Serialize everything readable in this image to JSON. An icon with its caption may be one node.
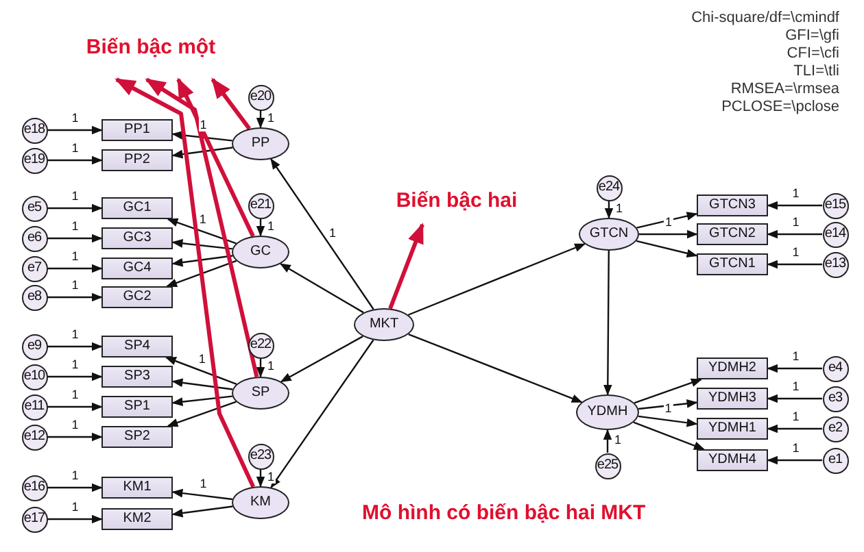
{
  "diagram": {
    "caption": "Mô hình có biến bậc hai MKT",
    "nodes": [
      {
        "text": [
          "Biến bậc một"
        ]
      },
      {
        "text": [
          "e20"
        ]
      },
      {
        "text": [
          "PP"
        ]
      },
      {
        "text": [
          "e18"
        ]
      },
      {
        "text": [
          "PP1"
        ]
      },
      {
        "text": [
          "e19"
        ]
      },
      {
        "text": [
          "PP2"
        ]
      },
      {
        "text": [
          "e5"
        ]
      },
      {
        "text": [
          "GC1"
        ]
      },
      {
        "text": [
          "e6"
        ]
      },
      {
        "text": [
          "GC3"
        ]
      },
      {
        "text": [
          "e7"
        ]
      },
      {
        "text": [
          "GC4"
        ]
      },
      {
        "text": [
          "e8"
        ]
      },
      {
        "text": [
          "GC2"
        ]
      },
      {
        "text": [
          "e21"
        ]
      },
      {
        "text": [
          "GC"
        ]
      },
      {
        "text": [
          "Biến bậc hai"
        ]
      },
      {
        "text": [
          "e24"
        ]
      },
      {
        "text": [
          "GTCN"
        ]
      },
      {
        "text": [
          "GTCN3"
        ]
      },
      {
        "text": [
          "e15"
        ]
      },
      {
        "text": [
          "GTCN2"
        ]
      },
      {
        "text": [
          "e14"
        ]
      },
      {
        "text": [
          "GTCN1"
        ]
      },
      {
        "text": [
          "e13"
        ]
      },
      {
        "text": [
          "MKT"
        ]
      },
      {
        "text": [
          "e9"
        ]
      },
      {
        "text": [
          "SP4"
        ]
      },
      {
        "text": [
          "e10"
        ]
      },
      {
        "text": [
          "SP3"
        ]
      },
      {
        "text": [
          "e11"
        ]
      },
      {
        "text": [
          "SP1"
        ]
      },
      {
        "text": [
          "e12"
        ]
      },
      {
        "text": [
          "SP2"
        ]
      },
      {
        "text": [
          "e22"
        ]
      },
      {
        "text": [
          "SP"
        ]
      },
      {
        "text": [
          "YDMH2"
        ]
      },
      {
        "text": [
          "e4"
        ]
      },
      {
        "text": [
          "YDMH3"
        ]
      },
      {
        "text": [
          "e3"
        ]
      },
      {
        "text": [
          "YDMH1"
        ]
      },
      {
        "text": [
          "e2"
        ]
      },
      {
        "text": [
          "YDMH4"
        ]
      },
      {
        "text": [
          "e1"
        ]
      },
      {
        "text": [
          "YDMH"
        ]
      },
      {
        "text": [
          "e25"
        ]
      },
      {
        "text": [
          "e23"
        ]
      },
      {
        "text": [
          "KM"
        ]
      },
      {
        "text": [
          "e16"
        ]
      },
      {
        "text": [
          "KM1"
        ]
      },
      {
        "text": [
          "e17"
        ]
      },
      {
        "text": [
          "KM2"
        ]
      }
    ],
    "edges": [
      {
        "from": 3,
        "to": 4,
        "arrow": "to",
        "label": "1"
      },
      {
        "from": 5,
        "to": 6,
        "arrow": "to",
        "label": "1"
      },
      {
        "from": 7,
        "to": 8,
        "arrow": "to",
        "label": "1"
      },
      {
        "from": 9,
        "to": 10,
        "arrow": "to",
        "label": "1"
      },
      {
        "from": 11,
        "to": 12,
        "arrow": "to",
        "label": "1"
      },
      {
        "from": 13,
        "to": 14,
        "arrow": "to",
        "label": "1"
      },
      {
        "from": 27,
        "to": 28,
        "arrow": "to",
        "label": "1"
      },
      {
        "from": 29,
        "to": 30,
        "arrow": "to",
        "label": "1"
      },
      {
        "from": 31,
        "to": 32,
        "arrow": "to",
        "label": "1"
      },
      {
        "from": 33,
        "to": 34,
        "arrow": "to",
        "label": "1"
      },
      {
        "from": 49,
        "to": 50,
        "arrow": "to",
        "label": "1"
      },
      {
        "from": 51,
        "to": 52,
        "arrow": "to",
        "label": "1"
      },
      {
        "from": 21,
        "to": 20,
        "arrow": "to",
        "label": "1"
      },
      {
        "from": 23,
        "to": 22,
        "arrow": "to",
        "label": "1"
      },
      {
        "from": 25,
        "to": 24,
        "arrow": "to",
        "label": "1"
      },
      {
        "from": 38,
        "to": 37,
        "arrow": "to",
        "label": "1"
      },
      {
        "from": 40,
        "to": 39,
        "arrow": "to",
        "label": "1"
      },
      {
        "from": 42,
        "to": 41,
        "arrow": "to",
        "label": "1"
      },
      {
        "from": 44,
        "to": 43,
        "arrow": "to",
        "label": "1"
      },
      {
        "from": 1,
        "to": 2,
        "arrow": "to",
        "label": "1"
      },
      {
        "from": 15,
        "to": 16,
        "arrow": "to",
        "label": "1"
      },
      {
        "from": 35,
        "to": 36,
        "arrow": "to",
        "label": "1"
      },
      {
        "from": 47,
        "to": 48,
        "arrow": "to",
        "label": "1"
      },
      {
        "from": 18,
        "to": 19,
        "arrow": "to",
        "label": "1"
      },
      {
        "from": 46,
        "to": 45,
        "arrow": "to",
        "label": "1"
      },
      {
        "from": 2,
        "to": 4,
        "arrow": "to",
        "label": "1"
      },
      {
        "from": 2,
        "to": 6,
        "arrow": "to"
      },
      {
        "from": 16,
        "to": 8,
        "arrow": "to",
        "label": "1"
      },
      {
        "from": 16,
        "to": 10,
        "arrow": "to"
      },
      {
        "from": 16,
        "to": 12,
        "arrow": "to"
      },
      {
        "from": 16,
        "to": 14,
        "arrow": "to"
      },
      {
        "from": 36,
        "to": 28,
        "arrow": "to",
        "label": "1"
      },
      {
        "from": 36,
        "to": 30,
        "arrow": "to"
      },
      {
        "from": 36,
        "to": 32,
        "arrow": "to"
      },
      {
        "from": 36,
        "to": 34,
        "arrow": "to"
      },
      {
        "from": 48,
        "to": 50,
        "arrow": "to",
        "label": "1"
      },
      {
        "from": 48,
        "to": 52,
        "arrow": "to"
      },
      {
        "from": 19,
        "to": 20,
        "arrow": "to"
      },
      {
        "from": 19,
        "to": 22,
        "arrow": "to",
        "label": "1"
      },
      {
        "from": 19,
        "to": 24,
        "arrow": "to"
      },
      {
        "from": 45,
        "to": 37,
        "arrow": "to"
      },
      {
        "from": 45,
        "to": 39,
        "arrow": "to"
      },
      {
        "from": 45,
        "to": 41,
        "arrow": "to",
        "label": "1"
      },
      {
        "from": 45,
        "to": 43,
        "arrow": "to"
      },
      {
        "from": 26,
        "to": 2,
        "arrow": "to",
        "label": "1"
      },
      {
        "from": 26,
        "to": 16,
        "arrow": "to"
      },
      {
        "from": 26,
        "to": 36,
        "arrow": "to"
      },
      {
        "from": 26,
        "to": 48,
        "arrow": "to"
      },
      {
        "from": 26,
        "to": 19,
        "arrow": "to"
      },
      {
        "from": 26,
        "to": 45,
        "arrow": "to"
      },
      {
        "from": 19,
        "to": 45,
        "arrow": "to"
      },
      {
        "from": 2,
        "to": 0,
        "arrow": "to",
        "style": "thick",
        "color": "#d0103a"
      },
      {
        "from": 16,
        "to": 0,
        "arrow": "to",
        "style": "thick",
        "color": "#d0103a"
      },
      {
        "from": 36,
        "to": 0,
        "arrow": "to",
        "style": "thick",
        "color": "#d0103a"
      },
      {
        "from": 48,
        "to": 0,
        "arrow": "to",
        "style": "thick",
        "color": "#d0103a"
      },
      {
        "from": 26,
        "to": 17,
        "arrow": "to",
        "style": "thick",
        "color": "#d0103a"
      }
    ],
    "labels": [
      "Chi-square/df=\\cmindf",
      "GFI=\\gfi",
      "CFI=\\cfi",
      "TLI=\\tli",
      "RMSEA=\\rmsea",
      "PCLOSE=\\pclose"
    ]
  }
}
